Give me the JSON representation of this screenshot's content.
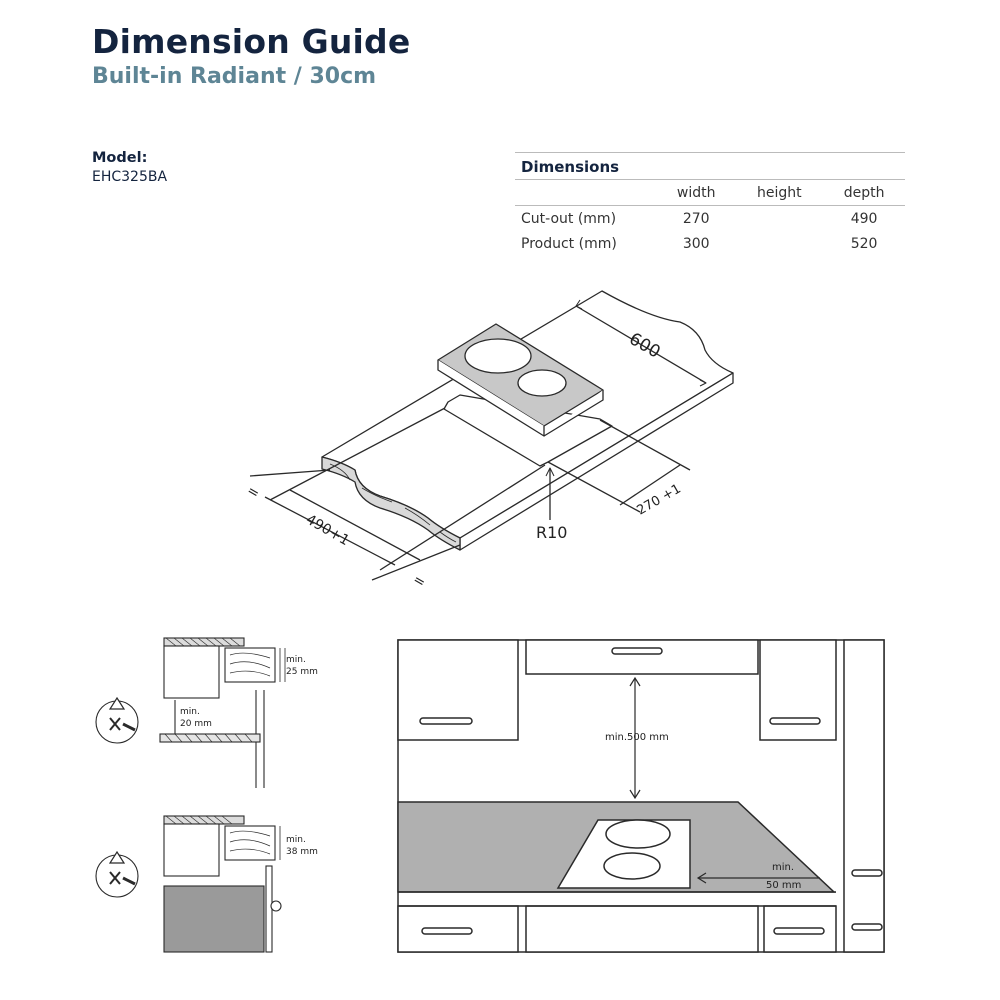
{
  "header": {
    "title": "Dimension Guide",
    "subtitle": "Built-in Radiant / 30cm"
  },
  "model": {
    "label": "Model:",
    "value": "EHC325BA"
  },
  "dimensions_table": {
    "title": "Dimensions",
    "columns": [
      "width",
      "height",
      "depth"
    ],
    "rows": [
      {
        "label": "Cut-out (mm)",
        "width": "270",
        "height": "",
        "depth": "490"
      },
      {
        "label": "Product (mm)",
        "width": "300",
        "height": "",
        "depth": "520"
      }
    ]
  },
  "diagram_labels": {
    "worktop_depth": "600",
    "cutout_width": "270 +1",
    "cutout_depth": "490+1",
    "corner_radius": "R10",
    "equal_mark": "="
  },
  "side_labels": {
    "gap_25": [
      "min.",
      "25 mm"
    ],
    "gap_20": [
      "min.",
      "20 mm"
    ],
    "gap_38": [
      "min.",
      "38 mm"
    ]
  },
  "kitchen_labels": {
    "height_clearance": "min.500 mm",
    "side_clearance": [
      "min.",
      "50 mm"
    ]
  },
  "colors": {
    "title": "#14243f",
    "subtitle": "#5e8595",
    "line": "#2a2a2a",
    "surface_grey": "#bcbcbc",
    "worktop_grey": "#b0b0b0"
  }
}
